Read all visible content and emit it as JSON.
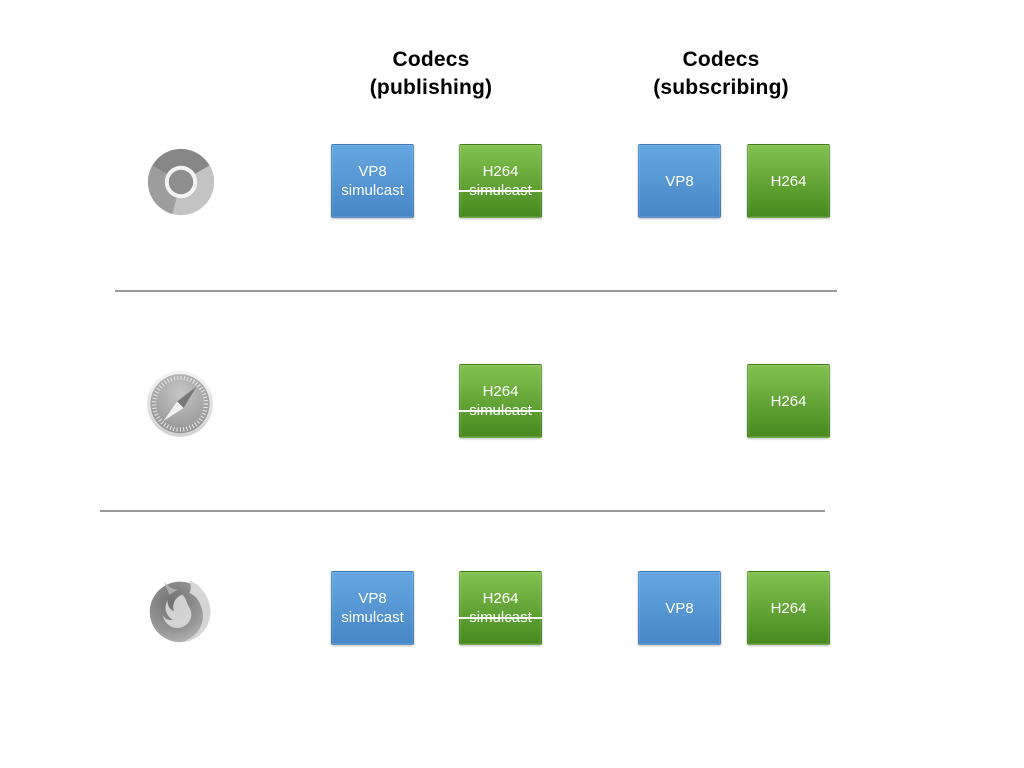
{
  "slide": {
    "background": "#ffffff",
    "description": "Browser codec support matrix for publishing and subscribing"
  },
  "headers": {
    "publishing": {
      "line1": "Codecs",
      "line2": "(publishing)"
    },
    "subscribing": {
      "line1": "Codecs",
      "line2": "(subscribing)"
    }
  },
  "colors": {
    "vp8_box_top": "#65A7E0",
    "vp8_box_bottom": "#4886C6",
    "h264_box_top": "#83C250",
    "h264_box_bottom": "#47891F",
    "box_text": "#FFFFFF",
    "strike_line": "#FFFFFF",
    "divider": "#9A9A9A",
    "header_text": "#000000"
  },
  "rows": [
    {
      "browser": "Chrome",
      "icon": "chrome-browser-icon",
      "publishing": [
        {
          "line1": "VP8",
          "line2": "simulcast",
          "color": "blue",
          "struck": false
        },
        {
          "line1": "H264",
          "line2": "simulcast",
          "color": "green",
          "struck": true
        }
      ],
      "subscribing": [
        {
          "label": "VP8",
          "color": "blue"
        },
        {
          "label": "H264",
          "color": "green"
        }
      ]
    },
    {
      "browser": "Safari",
      "icon": "safari-browser-icon",
      "publishing": [
        {
          "line1": "H264",
          "line2": "simulcast",
          "color": "green",
          "struck": true
        }
      ],
      "subscribing": [
        {
          "label": "H264",
          "color": "green"
        }
      ]
    },
    {
      "browser": "Firefox",
      "icon": "firefox-browser-icon",
      "publishing": [
        {
          "line1": "VP8",
          "line2": "simulcast",
          "color": "blue",
          "struck": false
        },
        {
          "line1": "H264",
          "line2": "simulcast",
          "color": "green",
          "struck": true
        }
      ],
      "subscribing": [
        {
          "label": "VP8",
          "color": "blue"
        },
        {
          "label": "H264",
          "color": "green"
        }
      ]
    }
  ]
}
